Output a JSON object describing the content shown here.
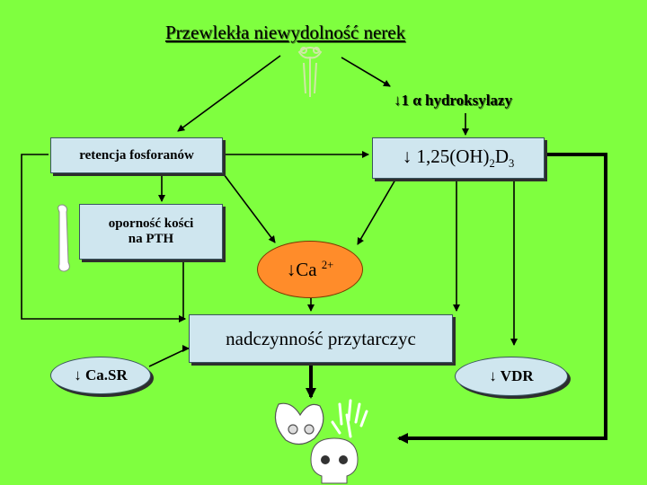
{
  "title": "Przewlekła niewydolność nerek",
  "alpha_label": "↓1 α hydroksylazy",
  "boxes": {
    "retencja": "retencja fosforanów",
    "d3_arrow": "↓",
    "d3_main": "1,25(OH)",
    "d3_sub1": "2",
    "d3_d": "D",
    "d3_sub2": "3",
    "opornosc_line1": "oporność kości",
    "opornosc_line2": "na PTH",
    "ca_arrow": "↓",
    "ca_main": "Ca ",
    "ca_sup": "2+",
    "nadczynnosc": "nadczynność przytarczyc",
    "casr": "↓ Ca.SR",
    "vdr": "↓ VDR"
  },
  "colors": {
    "background": "#7FFF3F",
    "box_fill": "#CFE6EF",
    "calcium_fill": "#FF8C2A",
    "arrow": "#000000"
  },
  "icons": [
    "kidney-icon",
    "bone-icon",
    "pelvis-icon",
    "hand-skeleton-icon",
    "skull-icon"
  ]
}
